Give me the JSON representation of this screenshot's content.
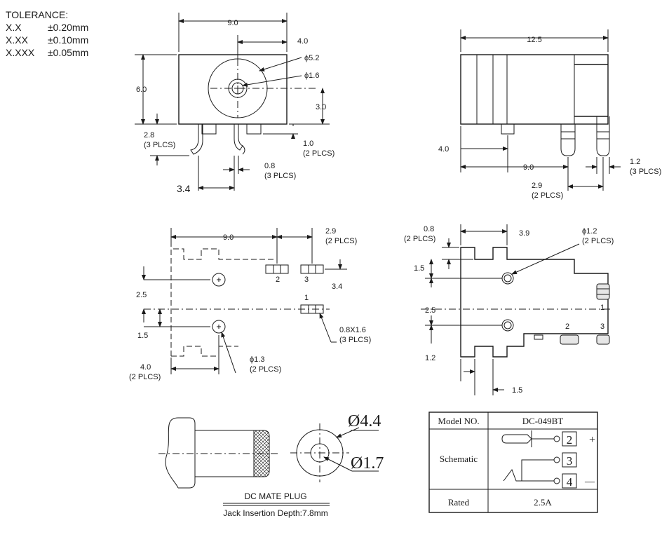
{
  "tolerance": {
    "title": "TOLERANCE:",
    "rows": [
      {
        "fmt": "X.X",
        "val": "±0.20mm"
      },
      {
        "fmt": "X.XX",
        "val": "±0.10mm"
      },
      {
        "fmt": "X.XXX",
        "val": "±0.05mm"
      }
    ]
  },
  "front_view": {
    "width": "9.0",
    "offset": "4.0",
    "outer_dia": "ϕ5.2",
    "pin_dia": "ϕ1.6",
    "height": "6.0",
    "center_h": "3.0",
    "pin_h": "2.8",
    "pin_h_note": "(3 PLCS)",
    "pin_t": "1.0",
    "pin_t_note": "(2 PLCS)",
    "pin_w": "0.8",
    "pin_w_note": "(3 PLCS)",
    "pitch": "3.4"
  },
  "side_view": {
    "length": "12.5",
    "pin_offset": "4.0",
    "pin_pos": "9.0",
    "lead_w": "1.2",
    "lead_w_note": "(3 PLCS)",
    "lead_gap": "2.9",
    "lead_gap_note": "(2 PLCS)"
  },
  "footprint": {
    "width": "9.0",
    "pad_pitch": "2.9",
    "pad_pitch_note": "(2 PLCS)",
    "row_h": "2.5",
    "pad_h": "3.4",
    "hole_off": "1.5",
    "pin2": "2",
    "pin3": "3",
    "pin1": "1",
    "slot": "0.8X1.6",
    "slot_note": "(3 PLCS)",
    "hole_dia": "ϕ1.3",
    "hole_note": "(2 PLCS)",
    "edge": "4.0",
    "edge_note": "(2 PLCS)"
  },
  "bottom_view": {
    "notch": "0.8",
    "notch_note": "(2 PLCS)",
    "span": "3.9",
    "boss_dia": "ϕ1.2",
    "boss_note": "(2 PLCS)",
    "top_off": "1.5",
    "spacing": "2.5",
    "bottom_off": "1.2",
    "notch_w": "1.5",
    "pin1": "1",
    "pin2": "2",
    "pin3": "3"
  },
  "mate_plug": {
    "outer": "Ø4.4",
    "inner": "Ø1.7",
    "title": "DC MATE PLUG",
    "depth": "Jack Insertion Depth:7.8mm"
  },
  "spec_table": {
    "model_label": "Model NO.",
    "model_value": "DC-049BT",
    "schematic_label": "Schematic",
    "pin2": "2",
    "pin3": "3",
    "pin4": "4",
    "plus": "+",
    "minus": "—",
    "rated_label": "Rated",
    "rated_value": "2.5A"
  }
}
